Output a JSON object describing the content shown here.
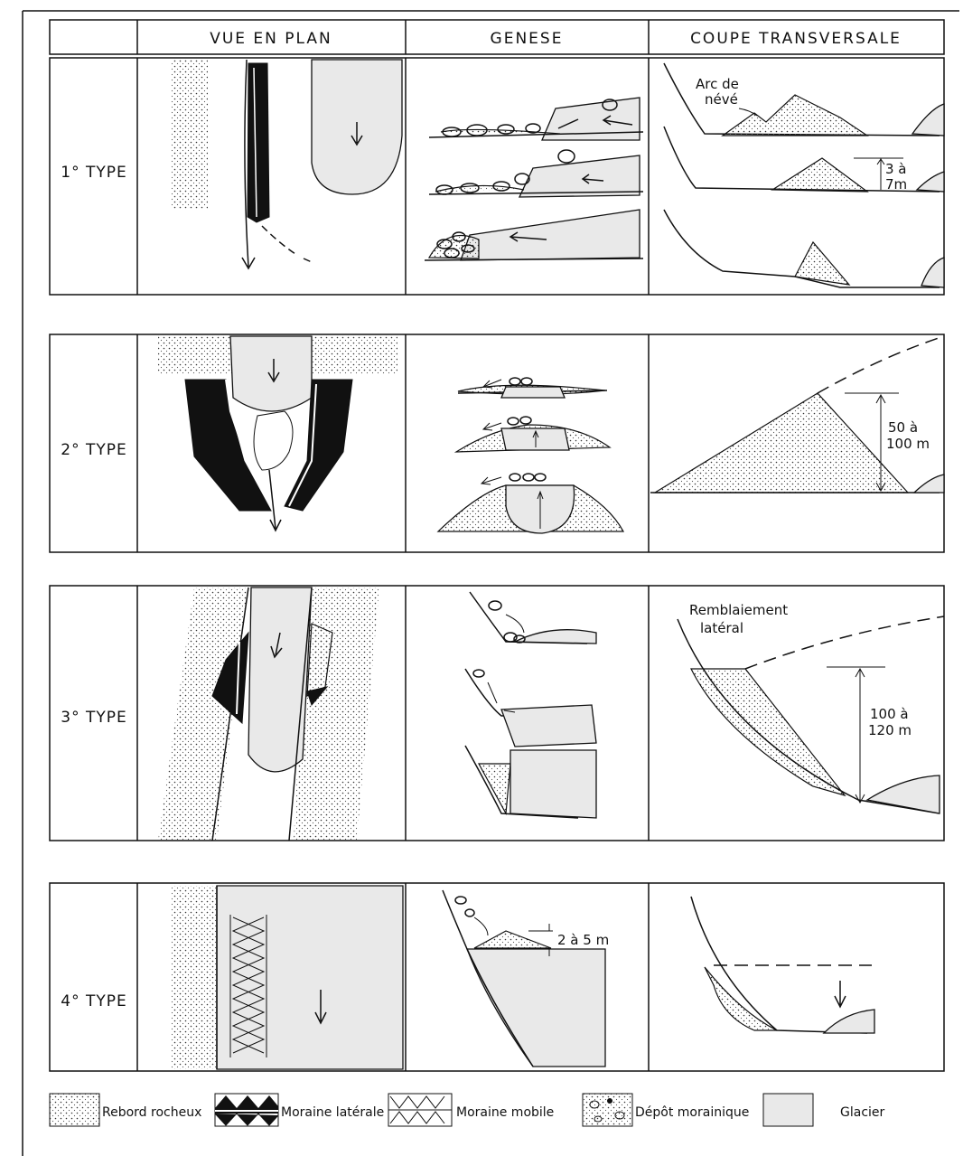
{
  "headers": {
    "col1": "",
    "col2": "VUE EN PLAN",
    "col3": "GENESE",
    "col4": "COUPE TRANSVERSALE"
  },
  "rows": [
    {
      "label": "1° TYPE"
    },
    {
      "label": "2° TYPE"
    },
    {
      "label": "3° TYPE"
    },
    {
      "label": "4° TYPE"
    }
  ],
  "annotations": {
    "arc_nevé_line1": "Arc de",
    "arc_nevé_line2": "névé",
    "h1_line1": "3 à",
    "h1_line2": "7m",
    "h2_line1": "50 à",
    "h2_line2": "100 m",
    "remb_line1": "Remblaiement",
    "remb_line2": "latéral",
    "h3_line1": "100 à",
    "h3_line2": "120 m",
    "h4": "2 à 5 m"
  },
  "legend": [
    {
      "label": "Rebord rocheux"
    },
    {
      "label": "Moraine latérale"
    },
    {
      "label": "Moraine mobile"
    },
    {
      "label": "Dépôt morainique"
    },
    {
      "label": "Glacier"
    }
  ],
  "colors": {
    "ink": "#111111",
    "glacier_fill": "#e9e9e9",
    "paper": "#ffffff"
  }
}
